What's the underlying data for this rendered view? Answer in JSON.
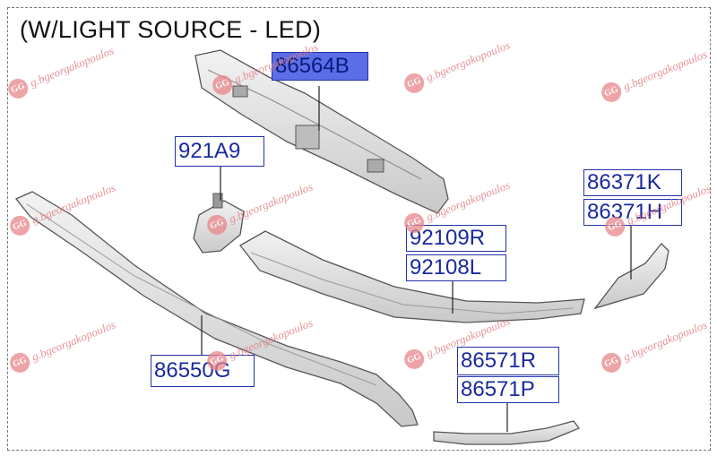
{
  "title": "(W/LIGHT SOURCE - LED)",
  "labels": [
    {
      "id": "86564B",
      "text": "86564B",
      "selected": true
    },
    {
      "id": "921A9",
      "text": "921A9",
      "selected": false
    },
    {
      "id": "86371K",
      "text": "86371K",
      "selected": false
    },
    {
      "id": "86371H",
      "text": "86371H",
      "selected": false
    },
    {
      "id": "92109R",
      "text": "92109R",
      "selected": false
    },
    {
      "id": "92108L",
      "text": "92108L",
      "selected": false
    },
    {
      "id": "86550G",
      "text": "86550G",
      "selected": false
    },
    {
      "id": "86571R",
      "text": "86571R",
      "selected": false
    },
    {
      "id": "86571P",
      "text": "86571P",
      "selected": false
    }
  ],
  "watermark": {
    "text": "g.bgeorgakopoulos",
    "logo_icon": "gg-logo-icon"
  },
  "colors": {
    "label_border": "#2233aa",
    "label_text": "#1a2a9e",
    "selected_fill": "#5b6ee8"
  }
}
